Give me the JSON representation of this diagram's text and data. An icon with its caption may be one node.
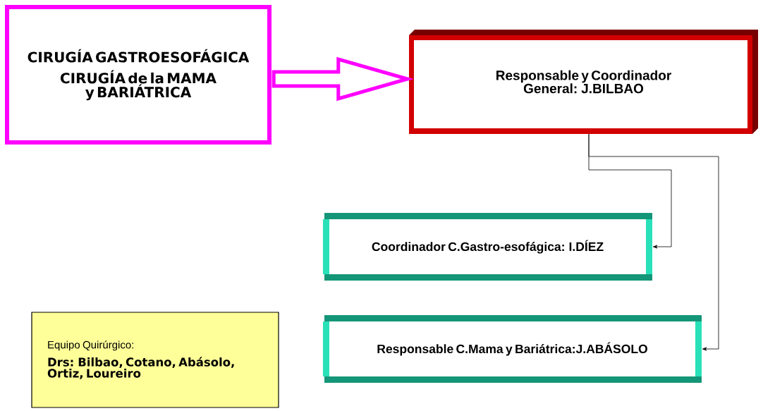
{
  "diagram": {
    "nodes": [
      {
        "text": [
          "CIRUGÍA GASTROESOFÁGICA",
          "CIRUGÍA de la MAMA y BARIÁTRICA"
        ]
      },
      {
        "text": [
          "Responsable y Coordinador General: J.BILBAO"
        ]
      },
      {
        "text": [
          "Coordinador C.Gastro-esofágica: I.DÍEZ"
        ]
      },
      {
        "text": [
          "Responsable C.Mama y Bariátrica:J.ABÁSOLO"
        ]
      },
      {
        "text": [
          "Equipo Quirúrgico:",
          "Drs: Bilbao, Cotano, Abásolo, Ortiz, Loureiro"
        ]
      }
    ],
    "edges": [
      {
        "from": 0,
        "to": 1,
        "arrow": "to",
        "style": "thick",
        "color": "#ff00ff"
      },
      {
        "from": 1,
        "to": 2,
        "arrow": "to"
      },
      {
        "from": 1,
        "to": 3,
        "arrow": "to"
      }
    ]
  }
}
